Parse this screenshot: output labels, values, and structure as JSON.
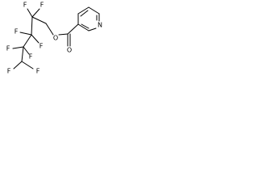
{
  "structure": {
    "atom_labels": {
      "f1": "F",
      "f2": "F",
      "f3": "F",
      "f4": "F",
      "f5": "F",
      "f6": "F",
      "f7": "F",
      "f8": "F",
      "o_ester": "O",
      "o_carbonyl": "O",
      "n_ring": "N"
    },
    "colors": {
      "bond": "#000000",
      "label": "#000000",
      "background": "#ffffff"
    }
  }
}
